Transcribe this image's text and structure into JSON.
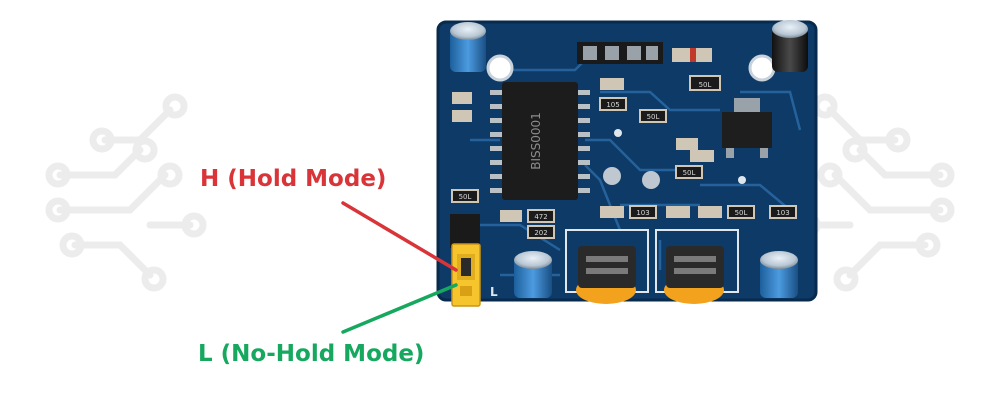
{
  "labels": {
    "hold_mode": "H (Hold Mode)",
    "no_hold_mode": "L (No-Hold Mode)"
  },
  "board": {
    "jumper_letter": "L",
    "chip_marking": "BISS0001",
    "component_codes": [
      "50L",
      "105",
      "50L",
      "50L",
      "472",
      "202",
      "50L",
      "103",
      "50L",
      "103"
    ]
  },
  "colors": {
    "hold_mode": "#d93438",
    "no_hold_mode": "#16a85e",
    "board": "#0d3a66",
    "board_dark": "#072a4d",
    "jumper": "#f6c42c",
    "capacitor": "#2f7fc6",
    "trimmer": "#f2a21d",
    "background_circuit": "#ececec"
  }
}
